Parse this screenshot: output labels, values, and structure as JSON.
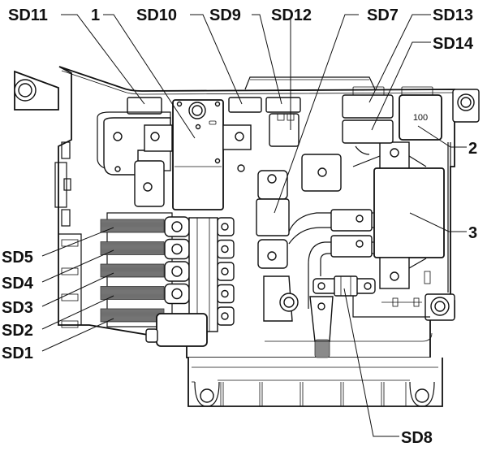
{
  "title": "Fuse and relay box component locations",
  "callouts": {
    "sd11": "SD11",
    "item1": "1",
    "sd10": "SD10",
    "sd9": "SD9",
    "sd12": "SD12",
    "sd7": "SD7",
    "sd13": "SD13",
    "sd14": "SD14",
    "item2": "2",
    "item3": "3",
    "sd5": "SD5",
    "sd4": "SD4",
    "sd3": "SD3",
    "sd2": "SD2",
    "sd1": "SD1",
    "sd8": "SD8"
  },
  "relay_marking": "100",
  "colors": {
    "line": "#111111",
    "fuse_fill": "#8a8a8a",
    "background": "#ffffff"
  }
}
